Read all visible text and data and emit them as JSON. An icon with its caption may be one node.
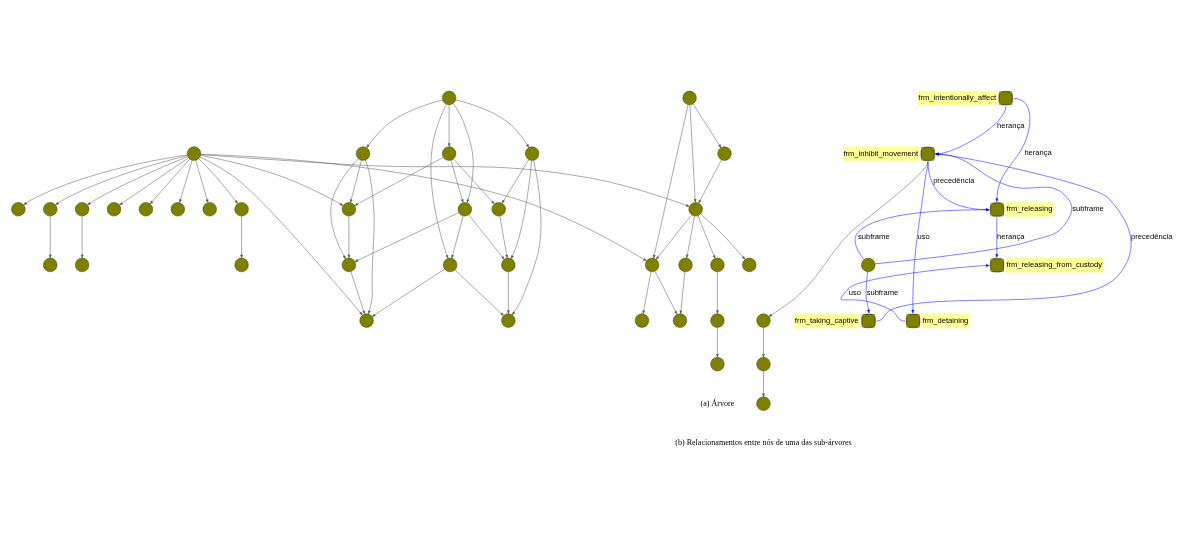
{
  "diagram": {
    "nodes": [
      {
        "text": [],
        "shape": "circle"
      },
      {
        "text": [],
        "shape": "circle"
      },
      {
        "text": [],
        "shape": "circle"
      },
      {
        "text": [],
        "shape": "circle"
      },
      {
        "text": [],
        "shape": "circle"
      },
      {
        "text": [],
        "shape": "circle"
      },
      {
        "text": [],
        "shape": "circle"
      },
      {
        "text": [],
        "shape": "circle"
      },
      {
        "text": [],
        "shape": "circle"
      },
      {
        "text": [],
        "shape": "circle"
      },
      {
        "text": [],
        "shape": "circle"
      },
      {
        "text": [],
        "shape": "circle"
      },
      {
        "text": [],
        "shape": "circle"
      },
      {
        "text": [],
        "shape": "circle"
      },
      {
        "text": [],
        "shape": "circle"
      },
      {
        "text": [],
        "shape": "circle"
      },
      {
        "text": [],
        "shape": "circle"
      },
      {
        "text": [],
        "shape": "circle"
      },
      {
        "text": [],
        "shape": "circle"
      },
      {
        "text": [],
        "shape": "circle"
      },
      {
        "text": [],
        "shape": "circle"
      },
      {
        "text": [],
        "shape": "circle"
      },
      {
        "text": [],
        "shape": "circle"
      },
      {
        "text": [],
        "shape": "circle"
      },
      {
        "text": [],
        "shape": "circle"
      },
      {
        "text": [],
        "shape": "circle"
      },
      {
        "text": [],
        "shape": "circle"
      },
      {
        "text": [],
        "shape": "circle"
      },
      {
        "text": [],
        "shape": "circle"
      },
      {
        "text": [],
        "shape": "circle"
      },
      {
        "text": [],
        "shape": "circle"
      },
      {
        "text": [],
        "shape": "circle"
      },
      {
        "text": [],
        "shape": "circle"
      },
      {
        "text": [],
        "shape": "circle"
      },
      {
        "text": [],
        "shape": "circle"
      },
      {
        "text": [
          "frm_intentionally_affect"
        ]
      },
      {
        "text": [
          "frm_inhibit_movement"
        ]
      },
      {
        "text": [
          "frm_releasing"
        ]
      },
      {
        "text": [],
        "shape": "circle"
      },
      {
        "text": [
          "frm_releasing_from_custody"
        ]
      },
      {
        "text": [],
        "shape": "circle"
      },
      {
        "text": [
          "frm_taking_captive"
        ]
      },
      {
        "text": [
          "frm_detaining"
        ]
      },
      {
        "text": [],
        "shape": "circle"
      },
      {
        "text": [],
        "shape": "circle"
      }
    ],
    "edges": [
      {
        "from": 0,
        "to": 1,
        "arrow": "to"
      },
      {
        "from": 0,
        "to": 2,
        "arrow": "to"
      },
      {
        "from": 0,
        "to": 3,
        "arrow": "to"
      },
      {
        "from": 0,
        "to": 4,
        "arrow": "to"
      },
      {
        "from": 0,
        "to": 5,
        "arrow": "to"
      },
      {
        "from": 0,
        "to": 6,
        "arrow": "to"
      },
      {
        "from": 0,
        "to": 7,
        "arrow": "to"
      },
      {
        "from": 0,
        "to": 8,
        "arrow": "to"
      },
      {
        "from": 0,
        "to": 9,
        "arrow": "to"
      },
      {
        "from": 0,
        "to": 10,
        "arrow": "to"
      },
      {
        "from": 0,
        "to": 22,
        "arrow": "to"
      },
      {
        "from": 0,
        "to": 23,
        "arrow": "to"
      },
      {
        "from": 2,
        "to": 11,
        "arrow": "to"
      },
      {
        "from": 4,
        "to": 12,
        "arrow": "to"
      },
      {
        "from": 5,
        "to": 13,
        "arrow": "to"
      },
      {
        "from": 14,
        "to": 6,
        "arrow": "to"
      },
      {
        "from": 21,
        "to": 6,
        "arrow": "to"
      },
      {
        "from": 15,
        "to": 6,
        "arrow": "to"
      },
      {
        "from": 14,
        "to": 19,
        "arrow": "to"
      },
      {
        "from": 20,
        "to": 14,
        "arrow": "to"
      },
      {
        "from": 27,
        "to": 14,
        "arrow": "to"
      },
      {
        "from": 20,
        "to": 15,
        "arrow": "to"
      },
      {
        "from": 15,
        "to": 21,
        "arrow": "to"
      },
      {
        "from": 15,
        "to": 22,
        "arrow": "to"
      },
      {
        "from": 22,
        "to": 21,
        "arrow": "to"
      },
      {
        "from": 20,
        "to": 26,
        "arrow": "to"
      },
      {
        "from": 20,
        "to": 27,
        "arrow": "to"
      },
      {
        "from": 20,
        "to": 28,
        "arrow": "to"
      },
      {
        "from": 27,
        "to": 21,
        "arrow": "to"
      },
      {
        "from": 28,
        "to": 27,
        "arrow": "to"
      },
      {
        "from": 28,
        "to": 22,
        "arrow": "to"
      },
      {
        "from": 28,
        "to": 31,
        "arrow": "to"
      },
      {
        "from": 26,
        "to": 19,
        "arrow": "to"
      },
      {
        "from": 26,
        "to": 31,
        "arrow": "to"
      },
      {
        "from": 26,
        "to": 32,
        "arrow": "to"
      },
      {
        "from": 32,
        "to": 19,
        "arrow": "to"
      },
      {
        "from": 31,
        "to": 32,
        "arrow": "to"
      },
      {
        "from": 27,
        "to": 32,
        "arrow": "to"
      },
      {
        "from": 10,
        "to": 16,
        "arrow": "to"
      },
      {
        "from": 17,
        "to": 10,
        "arrow": "to"
      },
      {
        "from": 10,
        "to": 18,
        "arrow": "to"
      },
      {
        "from": 17,
        "to": 24,
        "arrow": "to"
      },
      {
        "from": 17,
        "to": 23,
        "arrow": "to"
      },
      {
        "from": 24,
        "to": 23,
        "arrow": "to"
      },
      {
        "from": 23,
        "to": 10,
        "arrow": "to"
      },
      {
        "from": 25,
        "to": 16,
        "arrow": "to"
      },
      {
        "from": 23,
        "to": 25,
        "arrow": "to"
      },
      {
        "from": 23,
        "to": 30,
        "arrow": "to"
      },
      {
        "from": 23,
        "to": 29,
        "arrow": "to"
      },
      {
        "from": 29,
        "to": 33,
        "arrow": "to"
      },
      {
        "from": 33,
        "to": 34,
        "arrow": "to"
      },
      {
        "from": 35,
        "to": 37,
        "arrow": "to",
        "label": "herança",
        "color": "#0000ff"
      },
      {
        "from": 35,
        "to": 36,
        "arrow": "to",
        "label": "herança",
        "color": "#0000ff"
      },
      {
        "from": 36,
        "to": 37,
        "arrow": "to",
        "label": "precedência",
        "color": "#0000ff"
      },
      {
        "from": 38,
        "to": 37,
        "arrow": "to",
        "label": "subframe",
        "color": "#0000ff"
      },
      {
        "from": 38,
        "to": 36,
        "arrow": "to",
        "label": "subframe",
        "color": "#0000ff"
      },
      {
        "from": 38,
        "to": 41,
        "arrow": "to",
        "label": "subframe",
        "color": "#0000ff"
      },
      {
        "from": 37,
        "to": 39,
        "arrow": "to",
        "label": "herança",
        "color": "#0000ff"
      },
      {
        "from": 42,
        "to": 39,
        "arrow": "to",
        "label": "uso",
        "color": "#0000ff"
      },
      {
        "from": 36,
        "to": 42,
        "arrow": "to",
        "label": "uso",
        "color": "#0000ff"
      },
      {
        "from": 41,
        "to": 36,
        "arrow": "to",
        "label": "precedência",
        "color": "#0000ff"
      },
      {
        "from": 36,
        "to": 40,
        "arrow": "to"
      },
      {
        "from": 40,
        "to": 43,
        "arrow": "to"
      },
      {
        "from": 43,
        "to": 44,
        "arrow": "to"
      }
    ],
    "labels": [
      "(a) Árvore",
      "(b) Relacionamentos entre nós de uma das sub-árvores"
    ]
  }
}
